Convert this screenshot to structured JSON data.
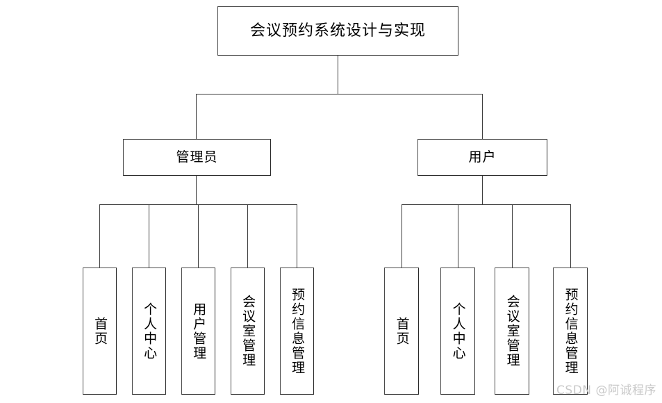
{
  "diagram": {
    "type": "tree",
    "title_node": {
      "label": "会议预约系统设计与实现"
    },
    "roles": [
      {
        "id": "admin",
        "label": "管理员"
      },
      {
        "id": "user",
        "label": "用户"
      }
    ],
    "admin_children": [
      {
        "label": "首页"
      },
      {
        "label": "个人中心"
      },
      {
        "label": "用户管理"
      },
      {
        "label": "会议室管理"
      },
      {
        "label": "预约信息管理"
      }
    ],
    "user_children": [
      {
        "label": "首页"
      },
      {
        "label": "个人中心"
      },
      {
        "label": "会议室管理"
      },
      {
        "label": "预约信息管理"
      }
    ],
    "colors": {
      "background": "#ffffff",
      "box_border": "#3d3d3d",
      "connector": "#3d3d3d",
      "text": "#000000",
      "watermark": "#c9c9c9"
    }
  },
  "watermark": {
    "brand": "CSDN",
    "handle": "@阿诚程序"
  }
}
